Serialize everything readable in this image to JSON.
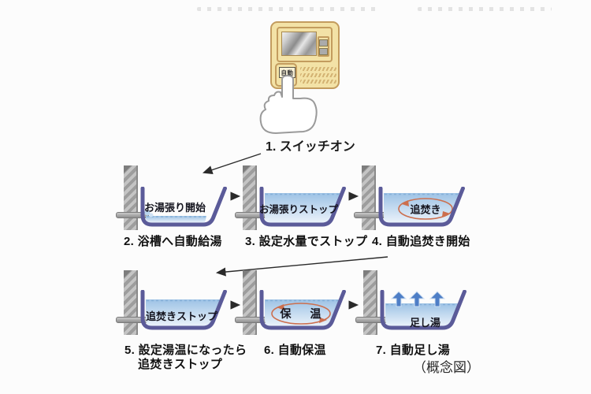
{
  "remote": {
    "auto_button_label": "自動"
  },
  "steps": [
    {
      "id": 1,
      "caption": "1. スイッチオン"
    },
    {
      "id": 2,
      "tub_label": "お湯張り開始",
      "caption": "2. 浴槽へ自動給湯"
    },
    {
      "id": 3,
      "tub_label": "お湯張りストップ",
      "caption": "3. 設定水量でストップ"
    },
    {
      "id": 4,
      "tub_label": "追焚き",
      "caption": "4. 自動追焚き開始"
    },
    {
      "id": 5,
      "tub_label": "追焚きストップ",
      "caption": "5. 設定湯温になったら",
      "caption_line2": "追焚きストップ"
    },
    {
      "id": 6,
      "tub_label": "保　温",
      "caption": "6. 自動保温"
    },
    {
      "id": 7,
      "tub_label": "足し湯",
      "caption": "7. 自動足し湯"
    }
  ],
  "footer": {
    "note": "（概念図）"
  },
  "icons": [
    "auto-button",
    "pointing-hand-icon",
    "flow-arrow-icon",
    "circulation-arrows-icon",
    "add-water-arrows-icon",
    "faucet-pipe",
    "wall-post"
  ],
  "colors": {
    "tub_outline": "#5b5b99",
    "water_top": "#9dc2e5",
    "water_bottom": "#eaf2fa",
    "circulation_arrow": "#cc6f4e",
    "add_water_arrow": "#4e7ec6",
    "remote_body": "#f3e2a6",
    "remote_border": "#c39c5e",
    "post_gray": "#ababab",
    "text": "#1c1c1c"
  }
}
